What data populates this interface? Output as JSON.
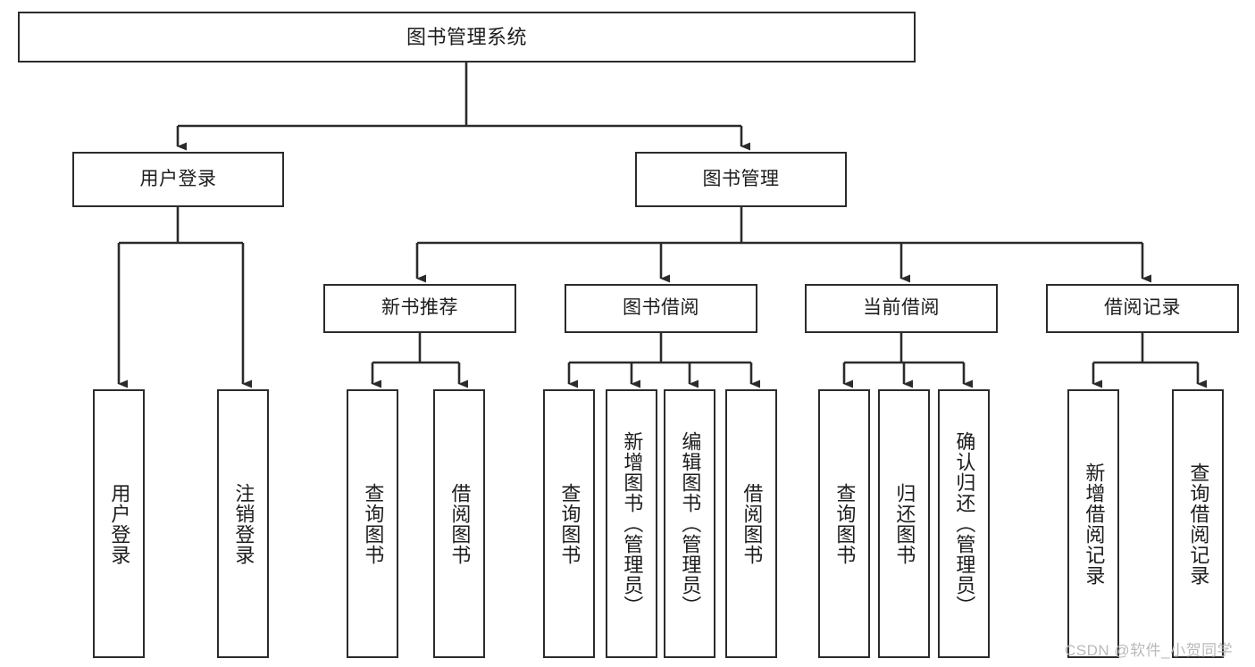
{
  "diagram": {
    "title": "图书管理系统",
    "type": "tree-hierarchy-diagram",
    "colors": {
      "box_border": "#2b2b2b",
      "box_fill": "#ffffff",
      "connector": "#2b2b2b",
      "text": "#1d1d1d",
      "watermark": "#b9b9b9",
      "background": "#ffffff"
    },
    "root": {
      "label": "图书管理系统"
    },
    "level1": [
      {
        "label": "用户登录"
      },
      {
        "label": "图书管理"
      }
    ],
    "level2": [
      {
        "label": "新书推荐"
      },
      {
        "label": "图书借阅"
      },
      {
        "label": "当前借阅"
      },
      {
        "label": "借阅记录"
      }
    ],
    "leaves": {
      "user_login": [
        {
          "label": "用户登录"
        },
        {
          "label": "注销登录"
        }
      ],
      "new_book_recommend": [
        {
          "label": "查询图书"
        },
        {
          "label": "借阅图书"
        }
      ],
      "book_borrow": [
        {
          "label": "查询图书"
        },
        {
          "label": "新增图书（管理员）"
        },
        {
          "label": "编辑图书（管理员）"
        },
        {
          "label": "借阅图书"
        }
      ],
      "current_borrow": [
        {
          "label": "查询图书"
        },
        {
          "label": "归还图书"
        },
        {
          "label": "确认归还（管理员）"
        }
      ],
      "borrow_record": [
        {
          "label": "新增借阅记录"
        },
        {
          "label": "查询借阅记录"
        }
      ]
    }
  },
  "watermark": {
    "text": "CSDN @软件_小贺同学"
  }
}
